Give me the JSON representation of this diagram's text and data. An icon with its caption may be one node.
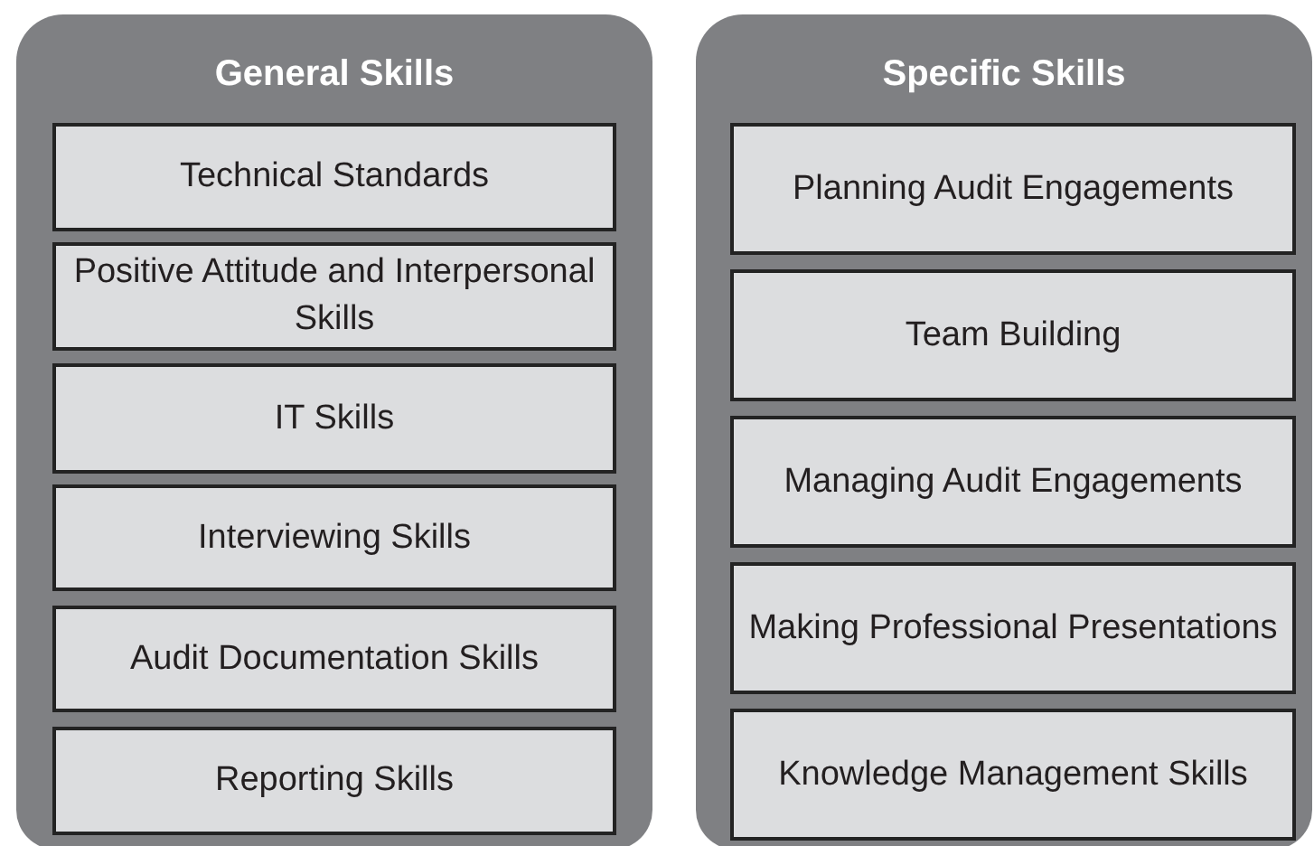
{
  "diagram": {
    "nodes": [
      {
        "text": [
          "General Skills"
        ]
      },
      {
        "text": [
          "Technical Standards"
        ],
        "in": 0
      },
      {
        "text": [
          "Positive Attitude and Interpersonal Skills"
        ],
        "in": 0
      },
      {
        "text": [
          "IT Skills"
        ],
        "in": 0
      },
      {
        "text": [
          "Interviewing Skills"
        ],
        "in": 0
      },
      {
        "text": [
          "Audit Documentation Skills"
        ],
        "in": 0
      },
      {
        "text": [
          "Reporting Skills"
        ],
        "in": 0
      },
      {
        "text": [
          "Specific Skills"
        ]
      },
      {
        "text": [
          "Planning Audit Engagements"
        ],
        "in": 7
      },
      {
        "text": [
          "Team Building"
        ],
        "in": 7
      },
      {
        "text": [
          "Managing Audit Engagements"
        ],
        "in": 7
      },
      {
        "text": [
          "Making Professional Presentations"
        ],
        "in": 7
      },
      {
        "text": [
          "Knowledge Management Skills"
        ],
        "in": 7
      }
    ]
  }
}
